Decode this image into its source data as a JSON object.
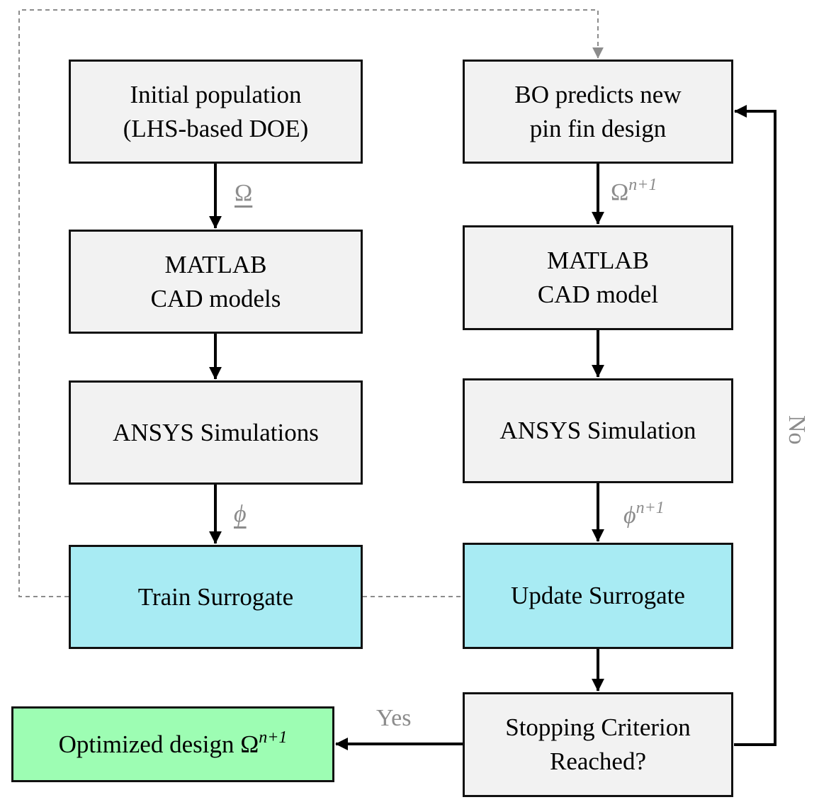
{
  "nodes": {
    "initial_population": {
      "line1": "Initial population",
      "line2": "(LHS-based DOE)"
    },
    "matlab_cad_models": {
      "line1": "MATLAB",
      "line2": "CAD models"
    },
    "ansys_simulations": {
      "text": "ANSYS Simulations"
    },
    "train_surrogate": {
      "text": "Train Surrogate"
    },
    "bo_predicts": {
      "line1": "BO predicts new",
      "line2": "pin fin design"
    },
    "matlab_cad_model": {
      "line1": "MATLAB",
      "line2": "CAD model"
    },
    "ansys_simulation": {
      "text": "ANSYS Simulation"
    },
    "update_surrogate": {
      "text": "Update Surrogate"
    },
    "stopping_criterion": {
      "line1": "Stopping Criterion",
      "line2": "Reached?"
    },
    "optimized_design": {
      "text": "Optimized design Ω",
      "sup": "n+1"
    }
  },
  "edge_labels": {
    "omega": "Ω",
    "phi": "ϕ",
    "omega_next": {
      "base": "Ω",
      "sup": "n+1"
    },
    "phi_next": {
      "base": "ϕ",
      "sup": "n+1"
    },
    "yes": "Yes",
    "no": "No"
  },
  "colors": {
    "box_fill": "#f2f2f2",
    "surrogate_fill": "#a8ebf3",
    "optimized_fill": "#9dfdb3",
    "arrow": "#000000",
    "dashed_line": "#8c8c8c",
    "label_text": "#8c8c8c"
  }
}
